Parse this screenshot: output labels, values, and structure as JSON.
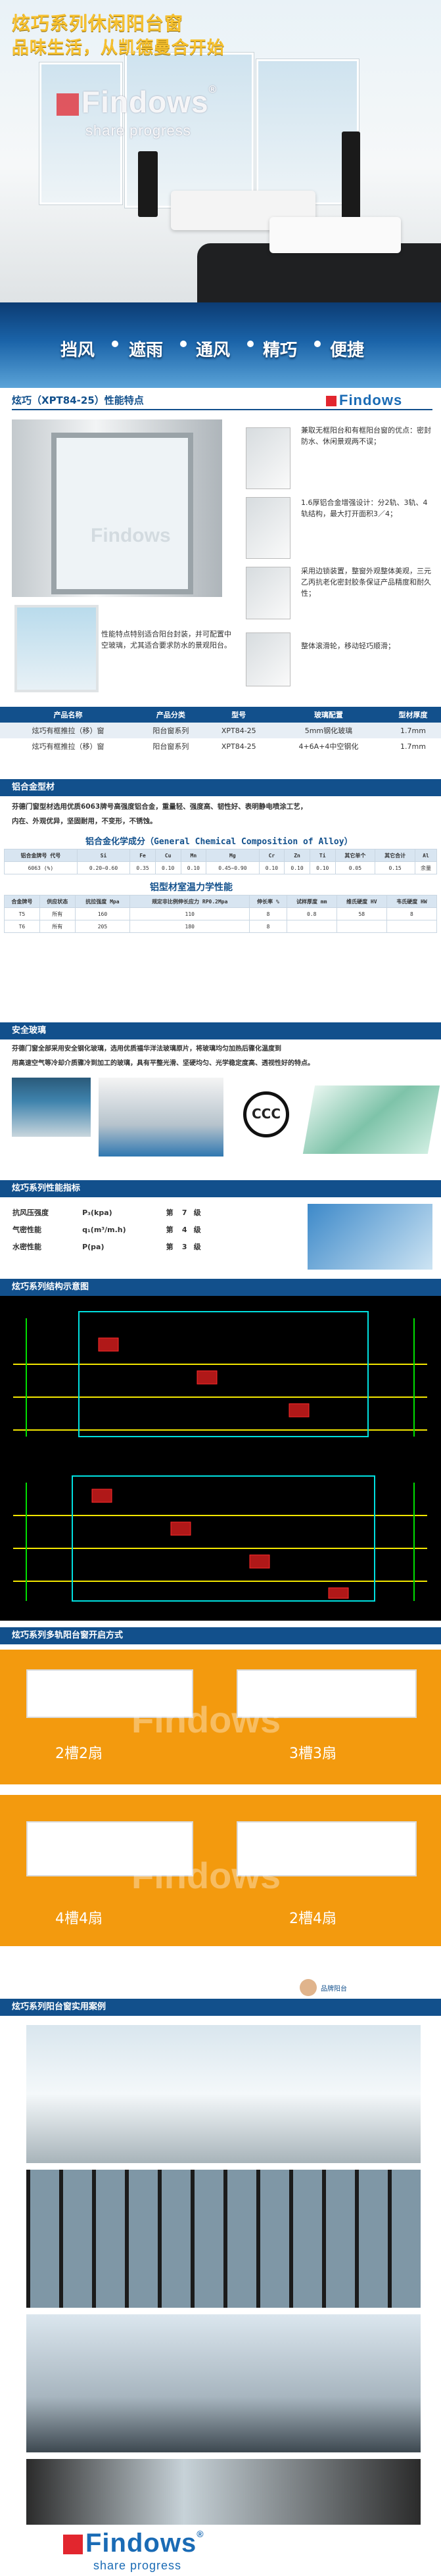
{
  "hero": {
    "title_line1": "炫巧系列休闲阳台窗",
    "title_line2": "品味生活，从凯德曼合开始",
    "logo_text": "Findows",
    "logo_sub": "share progress",
    "reg": "®"
  },
  "banner": {
    "keywords": [
      "挡风",
      "遮雨",
      "通风",
      "精巧",
      "便捷"
    ]
  },
  "features": {
    "title": "炫巧（XPT84-25）性能特点",
    "logo_text": "Findows",
    "items": [
      "兼取无框阳台和有框阳台窗的优点：密封防水、休闲景观两不误；",
      "1.6厚铝合金增强设计：分2轨、3轨、4轨结构，最大打开面积3／4；",
      "采用边锁装置，整窗外观整体美观，三元乙丙抗老化密封胶条保证产品精度和耐久性；",
      "整体滚滑轮，移动轻巧顺滑；",
      "性能特点特别适合阳台封装，并可配置中空玻璃，尤其适合要求防水的景观阳台。"
    ]
  },
  "product_table": {
    "headers": [
      "产品名称",
      "产品分类",
      "型号",
      "玻璃配置",
      "型材厚度"
    ],
    "rows": [
      [
        "炫巧有框推拉（移）窗",
        "阳台窗系列",
        "XPT84-25",
        "5mm钢化玻璃",
        "1.7mm"
      ],
      [
        "炫巧有框推拉（移）窗",
        "阳台窗系列",
        "XPT84-25",
        "4+6A+4中空钢化",
        "1.7mm"
      ]
    ]
  },
  "alloy": {
    "section_title": "铝合金型材",
    "desc_line1": "芬德门窗型材选用优质6063牌号高强度铝合金，重量轻、强度高、韧性好、表明静电喷涂工艺，",
    "desc_line2": "内在、外观优异，坚固耐用，不变形，不锈蚀。",
    "chem_title": "铝合金化学成分（General Chemical Composition of Alloy）",
    "chem_headers": [
      "铝合金牌号 代号",
      "Si",
      "Fe",
      "Cu",
      "Mn",
      "Mg",
      "Cr",
      "Zn",
      "Ti",
      "其它单个",
      "其它合计",
      "Al"
    ],
    "chem_row": [
      "6063 (%)",
      "0.20~0.60",
      "0.35",
      "0.10",
      "0.10",
      "0.45~0.90",
      "0.10",
      "0.10",
      "0.10",
      "0.05",
      "0.15",
      "余量"
    ],
    "mech_title": "铝型材室温力学性能",
    "mech_headers": [
      "合金牌号",
      "供应状态",
      "抗拉强度 Mpa",
      "规定非比例伸长应力 RP0.2Mpa",
      "伸长率 %",
      "试样厚度 mm",
      "维氏硬度 HV",
      "韦氏硬度 HW"
    ],
    "mech_rows": [
      [
        "T5",
        "所有",
        "160",
        "110",
        "8",
        "0.8",
        "58",
        "8"
      ],
      [
        "T6",
        "所有",
        "205",
        "180",
        "8",
        "",
        "",
        ""
      ]
    ]
  },
  "glass": {
    "section_title": "安全玻璃",
    "desc_line1": "芬德门窗全部采用安全钢化玻璃，选用优质福华洋法玻璃原片，将玻璃均匀加热后骤化温度到",
    "desc_line2": "用高速空气等冷却介质骤冷到加工的玻璃，具有平整光滑、坚硬均匀、光学稳定度高、透视性好的特点。",
    "ccc_label": "CCC"
  },
  "seal": {
    "section_title": "炫巧系列性能指标",
    "rows": [
      [
        "抗风压强度",
        "P₃(kpa)",
        "第",
        "7",
        "级"
      ],
      [
        "气密性能",
        "q₁(m³/m.h)",
        "第",
        "4",
        "级"
      ],
      [
        "水密性能",
        "P(pa)",
        "第",
        "3",
        "级"
      ]
    ]
  },
  "structure": {
    "section_title": "炫巧系列结构示意图"
  },
  "tracks": {
    "section_title": "炫巧系列多轨阳台窗开启方式",
    "labels": [
      "2槽2扇",
      "3槽3扇",
      "4槽4扇",
      "2槽4扇"
    ]
  },
  "cases": {
    "section_title": "炫巧系列阳台窗实用案例",
    "badge": "品牌阳台"
  },
  "footer": {
    "logo_text": "Findows",
    "logo_sub": "share progress",
    "reg": "®"
  },
  "colors": {
    "brand_blue": "#12508c",
    "brand_red": "#e2262e",
    "orange": "#f39a0e",
    "title_yellow": "#f7c12f"
  }
}
